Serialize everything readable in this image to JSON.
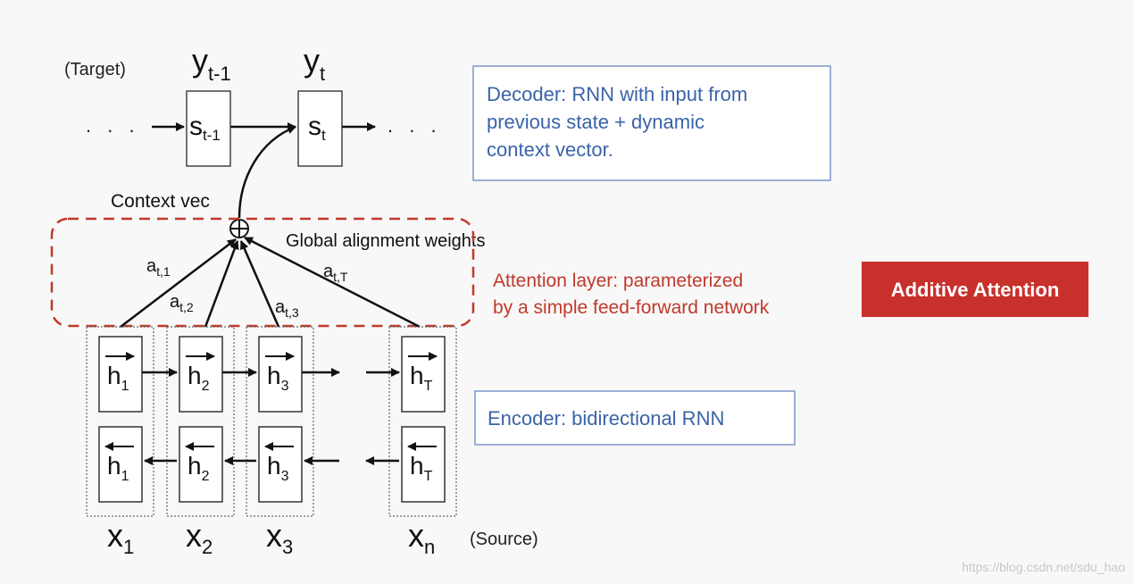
{
  "labels": {
    "target": "(Target)",
    "source": "(Source)",
    "context_vec": "Context vec",
    "global_alignment": "Global alignment weights",
    "dots": ". . ."
  },
  "outputs": [
    {
      "base": "y",
      "sub": "t-1"
    },
    {
      "base": "y",
      "sub": "t"
    }
  ],
  "decoder_states": [
    {
      "base": "s",
      "sub": "t-1"
    },
    {
      "base": "s",
      "sub": "t"
    }
  ],
  "alphas": [
    {
      "base": "a",
      "sub": "t,1"
    },
    {
      "base": "a",
      "sub": "t,2"
    },
    {
      "base": "a",
      "sub": "t,3"
    },
    {
      "base": "a",
      "sub": "t,T"
    }
  ],
  "encoder_states": [
    {
      "base": "h",
      "sub": "1"
    },
    {
      "base": "h",
      "sub": "2"
    },
    {
      "base": "h",
      "sub": "3"
    },
    {
      "base": "h",
      "sub": "T"
    }
  ],
  "inputs": [
    {
      "base": "x",
      "sub": "1"
    },
    {
      "base": "x",
      "sub": "2"
    },
    {
      "base": "x",
      "sub": "3"
    },
    {
      "base": "x",
      "sub": "n"
    }
  ],
  "callouts": {
    "decoder": [
      "Decoder: RNN with input from",
      "previous state + dynamic",
      "context vector."
    ],
    "attention": [
      "Attention layer: parameterized",
      "by a simple feed-forward network"
    ],
    "encoder": "Encoder: bidirectional RNN"
  },
  "badge": "Additive Attention",
  "watermark": "https://blog.csdn.net/sdu_hao",
  "colors": {
    "callout_text": "#3a63a8",
    "callout_border": "#7a97c8",
    "attention_red": "#c0392b",
    "badge_bg": "#c8302c",
    "badge_text": "#ffffff",
    "stroke": "#111111"
  }
}
